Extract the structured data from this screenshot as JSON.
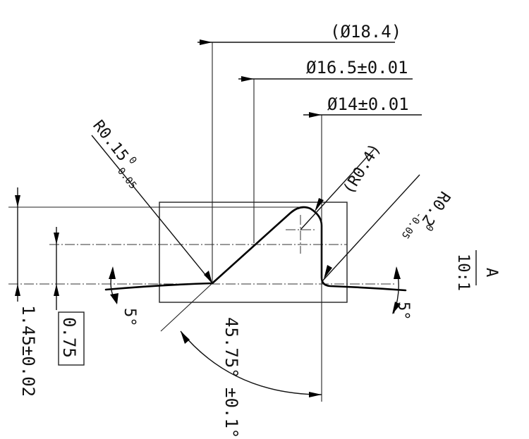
{
  "dimensions": {
    "dia_ref": "(Ø18.4)",
    "dia_mid": "Ø16.5±0.01",
    "dia_small": "Ø14±0.01",
    "radius_ref": "(R0.4)",
    "radius_left_main": "R0.15",
    "radius_left_upper": "0",
    "radius_left_lower": "-0.05",
    "radius_right_main": "R0.2",
    "radius_right_upper": "0",
    "radius_right_lower": "-0.05",
    "angle_main": "45.75°",
    "angle_tol": "±0.1°",
    "draft_left": "5°",
    "draft_right": "5°",
    "depth_basic": "0.75",
    "height_total": "1.45±0.02"
  },
  "view": {
    "label": "A",
    "scale": "10:1"
  }
}
